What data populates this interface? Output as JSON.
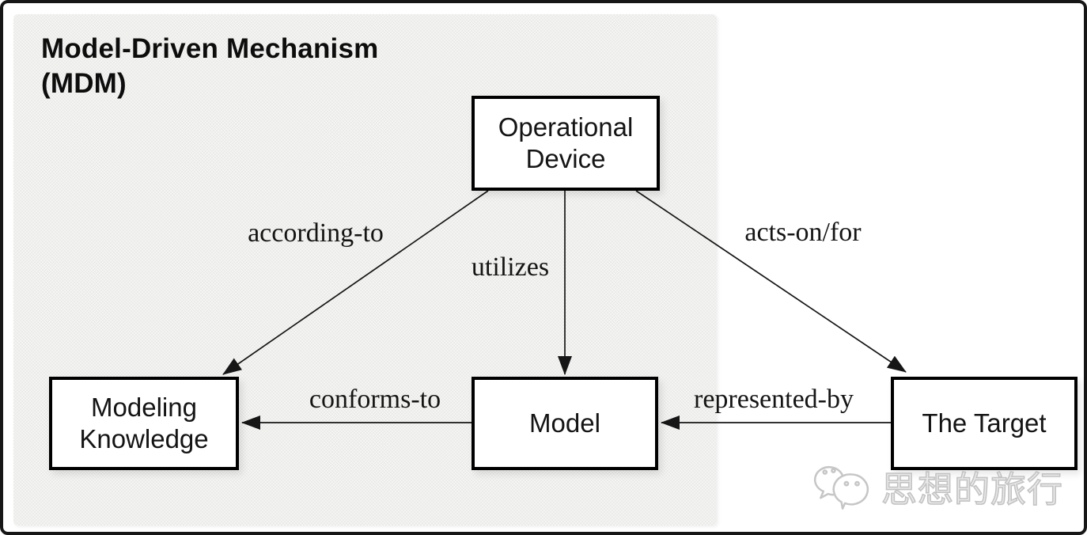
{
  "diagram": {
    "title": {
      "line1": "Model-Driven Mechanism",
      "line2": "(MDM)",
      "full": "Model-Driven Mechanism (MDM)"
    },
    "nodes": [
      {
        "id": "operational-device",
        "label": "Operational Device"
      },
      {
        "id": "modeling-knowledge",
        "label": "Modeling Knowledge"
      },
      {
        "id": "model",
        "label": "Model"
      },
      {
        "id": "the-target",
        "label": "The Target"
      }
    ],
    "edges": [
      {
        "label": "according-to",
        "from": "operational-device",
        "to": "modeling-knowledge"
      },
      {
        "label": "utilizes",
        "from": "operational-device",
        "to": "model"
      },
      {
        "label": "acts-on/for",
        "from": "operational-device",
        "to": "the-target"
      },
      {
        "label": "conforms-to",
        "from": "model",
        "to": "modeling-knowledge"
      },
      {
        "label": "represented-by",
        "from": "the-target",
        "to": "model"
      }
    ],
    "colors": {
      "panel": "#f4f4f2",
      "line": "#161616",
      "box_border": "#000000",
      "box_fill": "#ffffff",
      "watermark": "#c3c3c3"
    }
  },
  "watermark": {
    "text": "思想的旅行",
    "icon": "wechat-icon"
  }
}
